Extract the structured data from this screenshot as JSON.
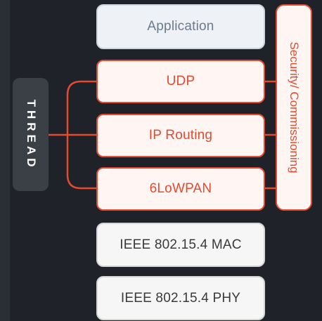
{
  "diagram": {
    "application": "Application",
    "thread_layers": [
      "UDP",
      "IP Routing",
      "6LoWPAN"
    ],
    "ieee_layers": [
      "IEEE 802.15.4 MAC",
      "IEEE 802.15.4 PHY"
    ],
    "side_label": "Security/ Commissioning",
    "thread_logo": "THREAD"
  },
  "colors": {
    "accent": "#e64a2e",
    "background": "#1f2329",
    "thread_pill": "#3b3f46"
  }
}
